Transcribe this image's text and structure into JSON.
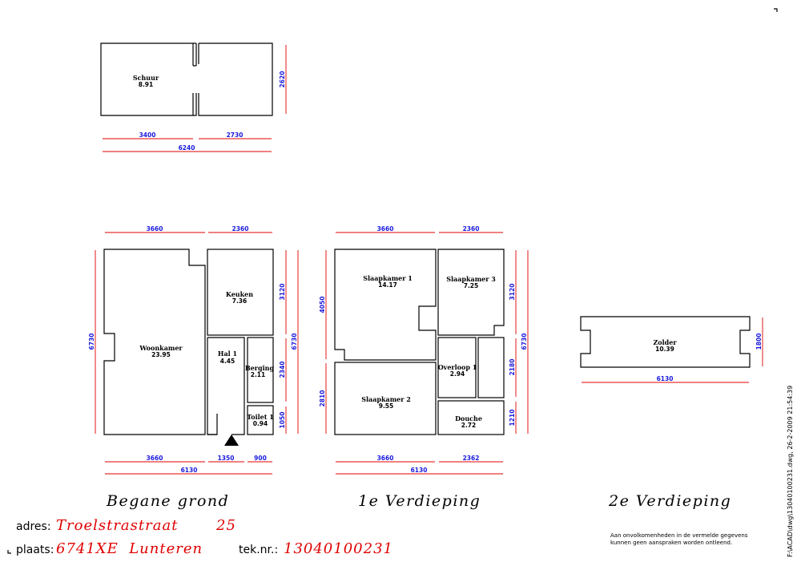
{
  "schuur": {
    "rooms": [
      {
        "name": "Schuur",
        "area": "8.91"
      }
    ],
    "dims": {
      "d1": "3400",
      "d2": "2730",
      "total": "6240",
      "side": "2620"
    }
  },
  "begane_grond": {
    "title": "Begane grond",
    "rooms": [
      {
        "name": "Woonkamer",
        "area": "23.95"
      },
      {
        "name": "Keuken",
        "area": "7.36"
      },
      {
        "name": "Hal 1",
        "area": "4.45"
      },
      {
        "name": "Berging",
        "area": "2.11"
      },
      {
        "name": "Toilet 1",
        "area": "0.94"
      }
    ],
    "dims": {
      "top1": "3660",
      "top2": "2360",
      "left": "6730",
      "r1": "3120",
      "r2": "2340",
      "r3": "1050",
      "right": "6730",
      "b1": "3660",
      "b2": "1350",
      "b3": "900",
      "total": "6130"
    }
  },
  "verdieping1": {
    "title": "1e Verdieping",
    "rooms": [
      {
        "name": "Slaapkamer 1",
        "area": "14.17"
      },
      {
        "name": "Slaapkamer 3",
        "area": "7.25"
      },
      {
        "name": "Overloop 1",
        "area": "2.94"
      },
      {
        "name": "Slaapkamer 2",
        "area": "9.55"
      },
      {
        "name": "Douche",
        "area": "2.72"
      }
    ],
    "dims": {
      "top1": "3660",
      "top2": "2360",
      "l1": "4050",
      "l2": "2810",
      "r1": "3120",
      "r2": "2180",
      "r3": "1210",
      "right": "6730",
      "b1": "3660",
      "b2": "2362",
      "total": "6130"
    }
  },
  "verdieping2": {
    "title": "2e Verdieping",
    "rooms": [
      {
        "name": "Zolder",
        "area": "10.39"
      }
    ],
    "dims": {
      "width": "6130",
      "side": "1800"
    }
  },
  "info": {
    "adres_label": "adres:",
    "adres_street": "Troelstrastraat",
    "adres_number": "25",
    "plaats_label": "plaats:",
    "plaats_value": "6741XE  Lunteren",
    "teknr_label": "tek.nr.:",
    "teknr_value": "13040100231",
    "disclaimer_line1": "Aan onvolkomenheden in de vermelde gegevens",
    "disclaimer_line2": "kunnen geen aanspraken worden ontleend.",
    "file_path": "F:\\ACAD\\dwg\\13040100231.dwg, 26-2-2009 21:54:39"
  }
}
